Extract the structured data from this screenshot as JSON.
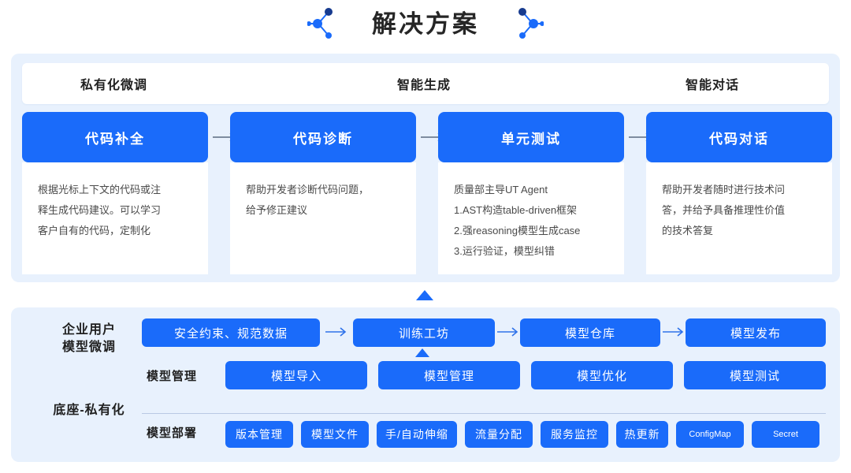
{
  "header": {
    "title": "解决方案",
    "left_icon": "network-node-icon",
    "right_icon": "network-node-icon"
  },
  "upper_panel": {
    "column_headers": [
      {
        "label": "私有化微调"
      },
      {
        "label": "智能生成"
      },
      {
        "label": "智能对话"
      }
    ],
    "cards": [
      {
        "title": "代码补全",
        "lines": [
          "根据光标上下文的代码或注",
          "释生成代码建议。可以学习",
          "客户自有的代码，定制化"
        ]
      },
      {
        "title": "代码诊断",
        "lines": [
          "帮助开发者诊断代码问题，",
          "给予修正建议"
        ]
      },
      {
        "title": "单元测试",
        "lines": [
          "质量部主导UT Agent",
          "1.AST构造table-driven框架",
          "2.强reasoning模型生成case",
          "3.运行验证，模型纠错"
        ]
      },
      {
        "title": "代码对话",
        "lines": [
          "帮助开发者随时进行技术问",
          "答，并给予具备推理性价值",
          "的技术答复"
        ]
      }
    ],
    "arrow_icon": "arrow-right-icon"
  },
  "connector": {
    "icon": "triangle-up-icon"
  },
  "lower_panel": {
    "side_labels": [
      {
        "line1": "企业用户",
        "line2": "模型微调"
      },
      {
        "line1": "底座-私有化",
        "line2": ""
      }
    ],
    "rows": [
      {
        "label": "",
        "items": [
          {
            "label": "安全约束、规范数据"
          },
          {
            "label": "训练工坊"
          },
          {
            "label": "模型仓库"
          },
          {
            "label": "模型发布"
          }
        ],
        "arrow_icon": "arrow-right-icon",
        "marker_icon": "triangle-up-icon"
      },
      {
        "label": "模型管理",
        "items": [
          {
            "label": "模型导入"
          },
          {
            "label": "模型管理"
          },
          {
            "label": "模型优化"
          },
          {
            "label": "模型测试"
          }
        ]
      },
      {
        "label": "模型部署",
        "items": [
          {
            "label": "版本管理"
          },
          {
            "label": "模型文件"
          },
          {
            "label": "手/自动伸缩"
          },
          {
            "label": "流量分配"
          },
          {
            "label": "服务监控"
          },
          {
            "label": "热更新"
          },
          {
            "label": "ConfigMap"
          },
          {
            "label": "Secret"
          }
        ]
      }
    ]
  },
  "colors": {
    "accent_blue": "#1a6bfa",
    "panel_bg": "#e8f1fd",
    "card_bg": "#ffffff",
    "divider": "#b9c9e4",
    "title_text": "#262626"
  }
}
